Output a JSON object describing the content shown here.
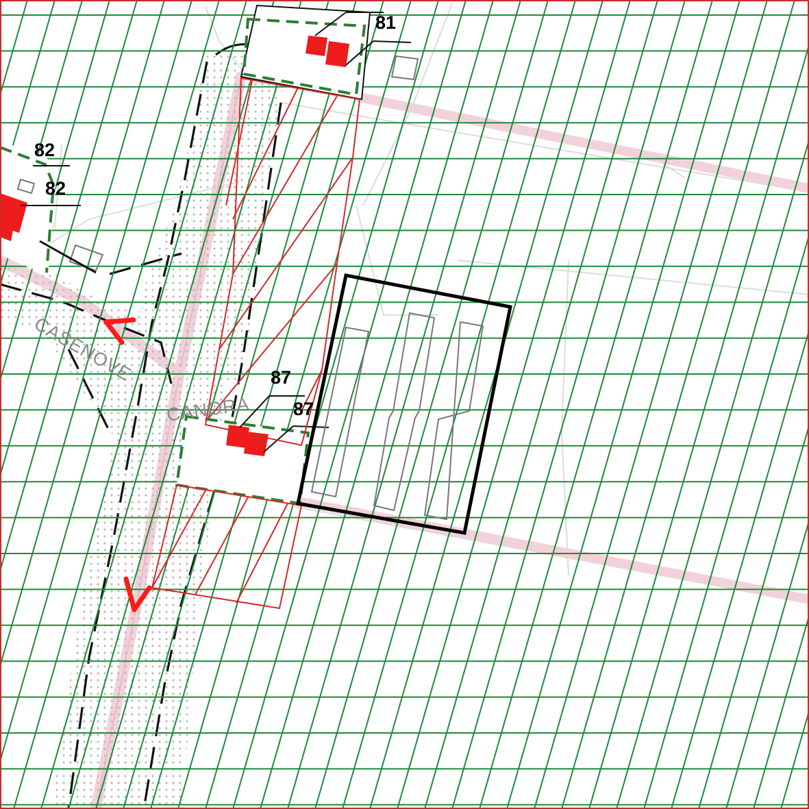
{
  "map": {
    "labels": {
      "parcel_81": "81",
      "parcel_82_a": "82",
      "parcel_82_b": "82",
      "parcel_87_a": "87",
      "parcel_87_b": "87",
      "road_casenove": "CASENOVE",
      "road_canora": "CANORA"
    },
    "colors": {
      "grid_green": "#1e8a3a",
      "building_red": "#ee1c1c",
      "road_pink": "#f4d7de",
      "dotted_gray": "#c8c8c8",
      "frame_red": "#cc2a2a",
      "zone_dash_green": "#2f7d32",
      "outline_black": "#000000",
      "red_construction": "#d62828"
    }
  }
}
